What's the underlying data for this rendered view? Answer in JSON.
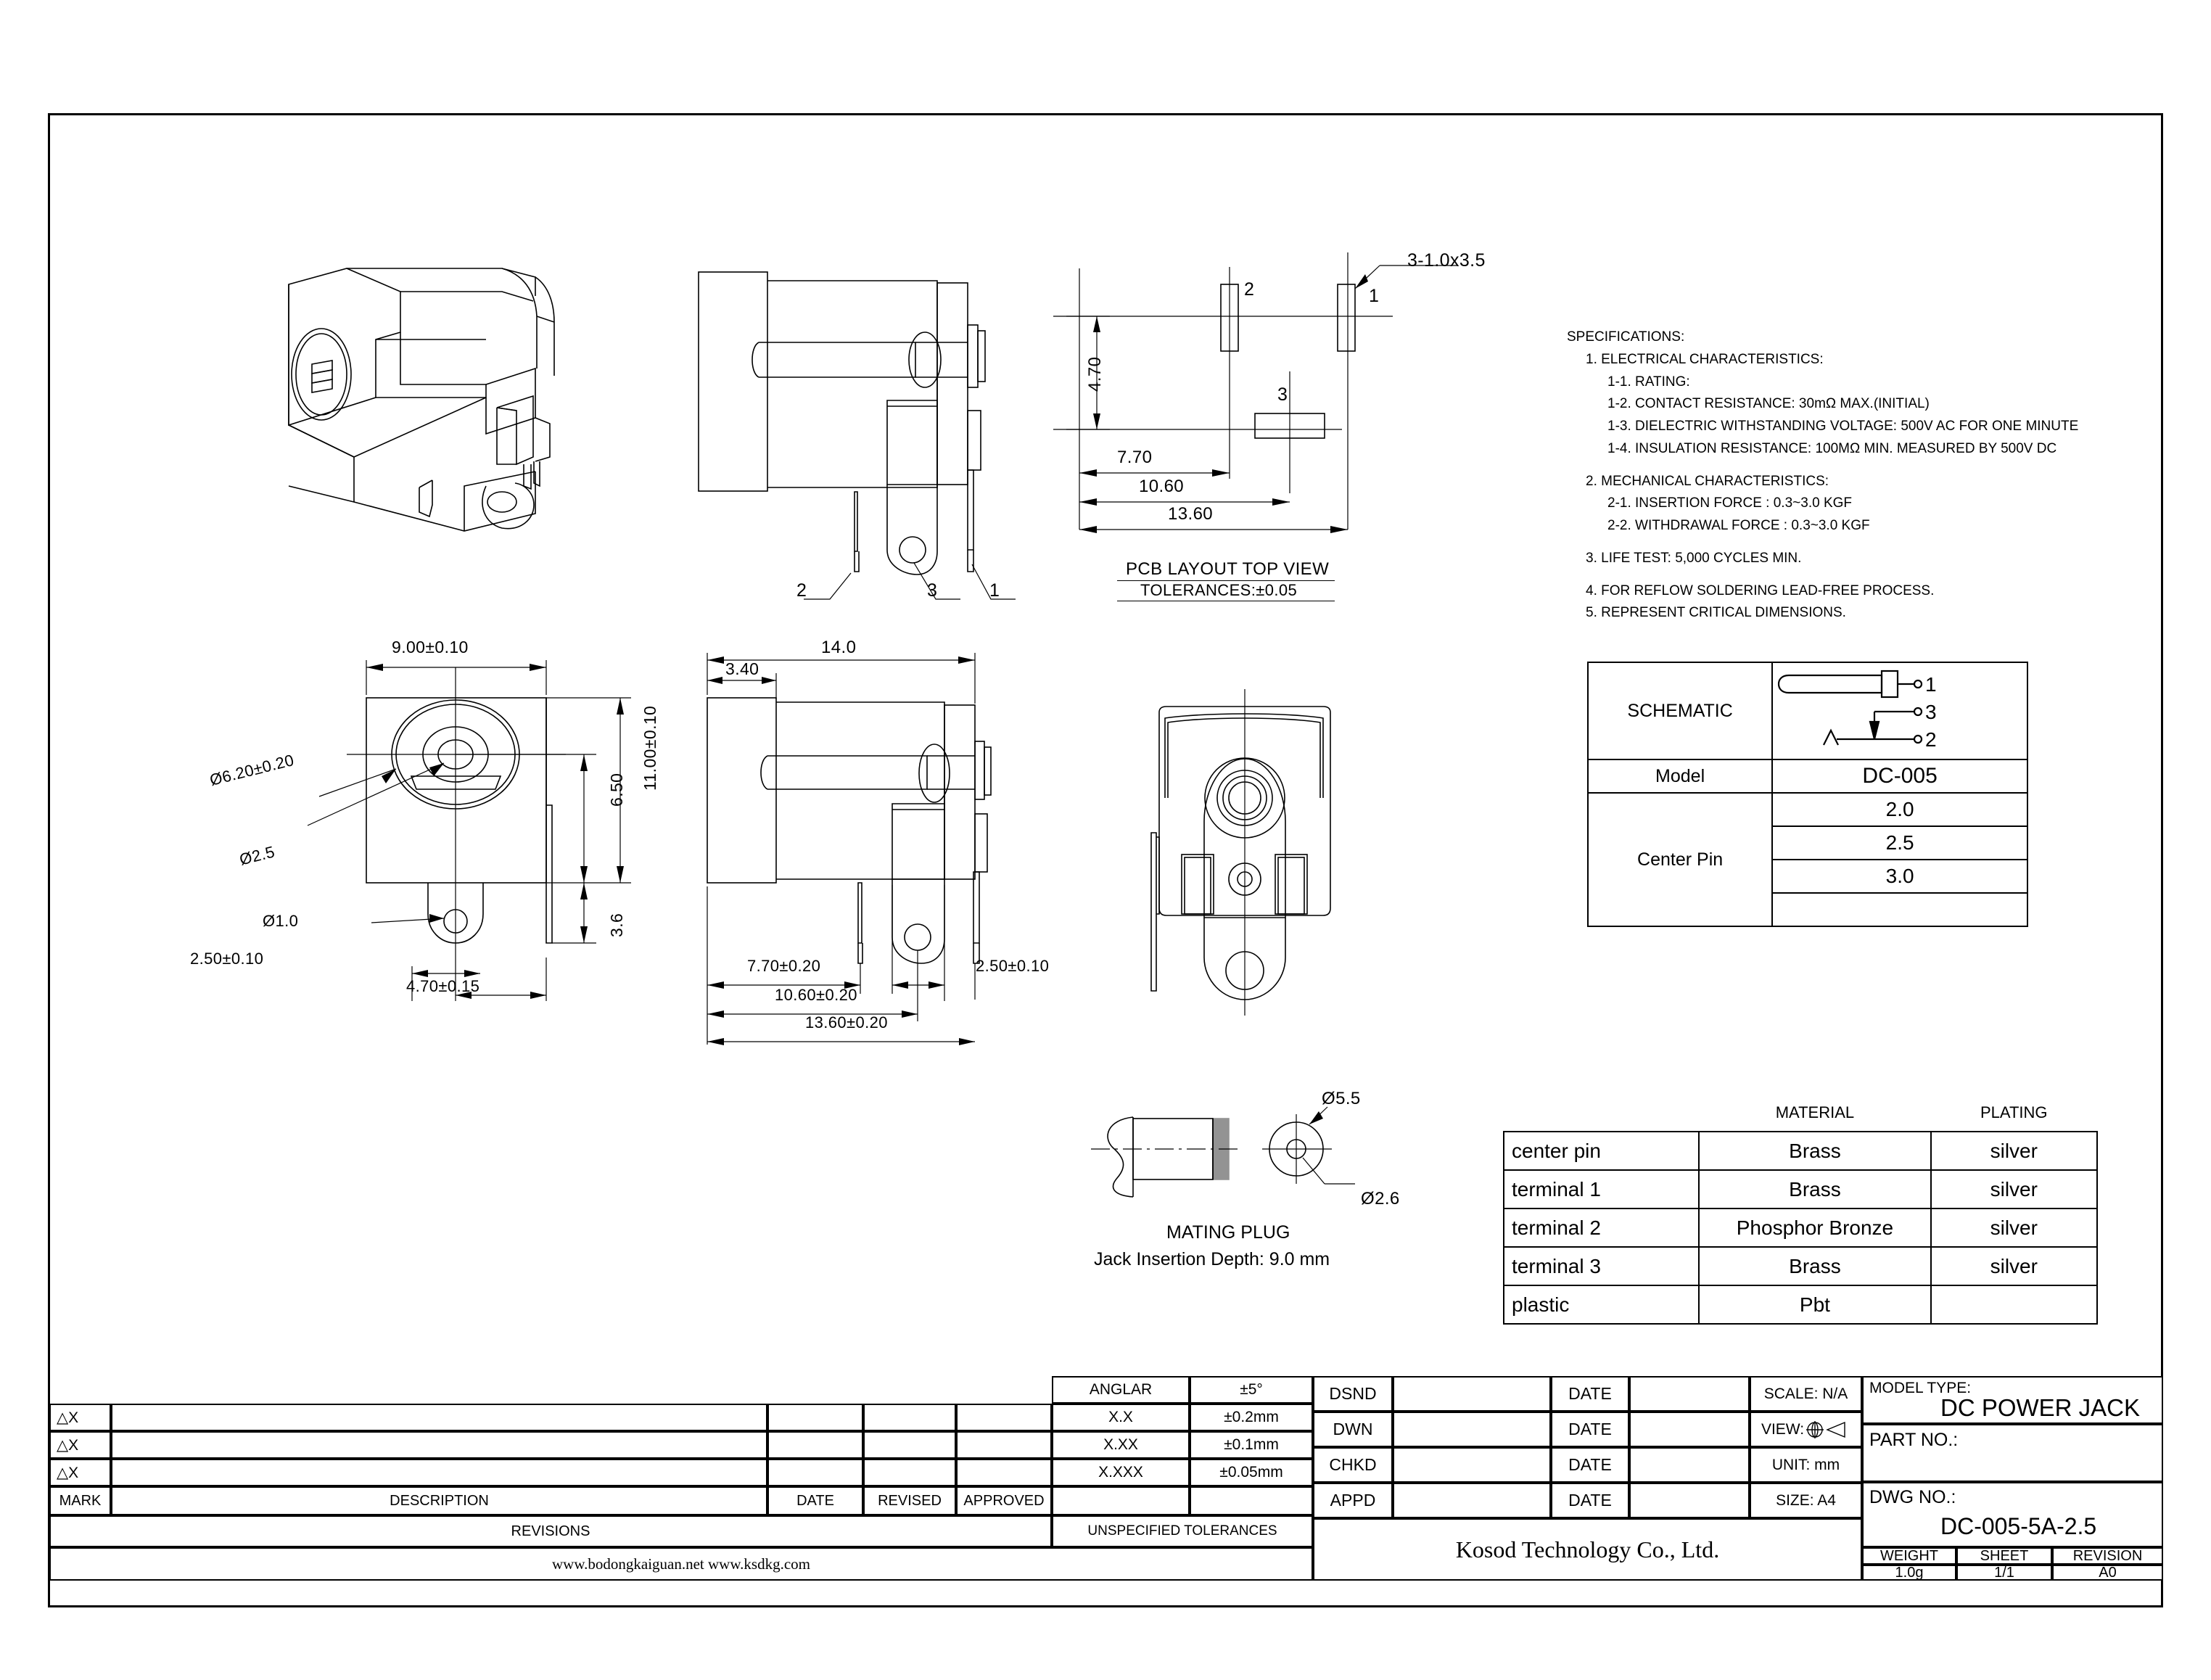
{
  "document": {
    "type": "engineering-drawing",
    "title": "DC POWER JACK",
    "dwg_no": "DC-005-5A-2.5",
    "model": "DC-005"
  },
  "specifications": {
    "heading": "SPECIFICATIONS:",
    "lines": [
      {
        "indent": 1,
        "text": "1. ELECTRICAL CHARACTERISTICS:"
      },
      {
        "indent": 2,
        "text": "1-1. RATING:"
      },
      {
        "indent": 2,
        "text": "1-2. CONTACT RESISTANCE: 30mΩ MAX.(INITIAL)"
      },
      {
        "indent": 2,
        "text": "1-3. DIELECTRIC WITHSTANDING VOLTAGE: 500V AC FOR ONE MINUTE"
      },
      {
        "indent": 2,
        "text": "1-4. INSULATION RESISTANCE: 100MΩ MIN. MEASURED BY 500V DC"
      },
      {
        "indent": 1,
        "text": "2. MECHANICAL CHARACTERISTICS:"
      },
      {
        "indent": 2,
        "text": "2-1. INSERTION FORCE : 0.3~3.0 KGF"
      },
      {
        "indent": 2,
        "text": "2-2. WITHDRAWAL FORCE : 0.3~3.0 KGF"
      },
      {
        "indent": 1,
        "text": "3. LIFE TEST: 5,000 CYCLES MIN."
      },
      {
        "indent": 1,
        "text": "4. FOR REFLOW SOLDERING LEAD-FREE PROCESS."
      },
      {
        "indent": 1,
        "text": "5. REPRESENT CRITICAL DIMENSIONS."
      }
    ]
  },
  "pcb_layout": {
    "title": "PCB LAYOUT TOP VIEW",
    "tolerances": "TOLERANCES:±0.05",
    "callout": "3-1.0x3.5",
    "pad_labels": {
      "pad2": "2",
      "pad1": "1",
      "pad3": "3"
    },
    "dims": {
      "vertical": "4.70",
      "d1": "7.70",
      "d2": "10.60",
      "d3": "13.60"
    }
  },
  "front_view": {
    "dims": {
      "width": "9.00±0.10",
      "height": "11.00±0.10",
      "bore_outer": "Ø6.20±0.20",
      "bore_inner": "Ø2.5",
      "hole": "Ø1.0",
      "mid": "6.50",
      "lower": "3.6",
      "pin_off": "2.50±0.10",
      "pin_pitch": "4.70±0.15"
    }
  },
  "side_view": {
    "dims": {
      "overall": "14.0",
      "flange": "3.40",
      "d1": "7.70±0.20",
      "d2": "10.60±0.20",
      "d3": "13.60±0.20",
      "right": "2.50±0.10"
    }
  },
  "top_side_view": {
    "terminal_labels": {
      "t2": "2",
      "t3": "3",
      "t1": "1"
    }
  },
  "mating_plug": {
    "title": "MATING PLUG",
    "insertion_depth": "Jack Insertion Depth: 9.0 mm",
    "outer_dia": "Ø5.5",
    "inner_dia": "Ø2.6"
  },
  "schematic_table": {
    "schematic_label": "SCHEMATIC",
    "pin_labels": {
      "p1": "1",
      "p3": "3",
      "p2": "2"
    },
    "model_label": "Model",
    "model_value": "DC-005",
    "center_pin_label": "Center Pin",
    "center_pin_values": [
      "2.0",
      "2.5",
      "3.0",
      ""
    ]
  },
  "material_table": {
    "headers": {
      "blank": "",
      "material": "MATERIAL",
      "plating": "PLATING"
    },
    "rows": [
      {
        "part": "center pin",
        "material": "Brass",
        "plating": "silver"
      },
      {
        "part": "terminal 1",
        "material": "Brass",
        "plating": "silver"
      },
      {
        "part": "terminal 2",
        "material": "Phosphor Bronze",
        "plating": "silver"
      },
      {
        "part": "terminal 3",
        "material": "Brass",
        "plating": "silver"
      },
      {
        "part": "plastic",
        "material": "Pbt",
        "plating": ""
      }
    ]
  },
  "revisions_block": {
    "mark_col": "MARK",
    "description_col": "DESCRIPTION",
    "date_col": "DATE",
    "revised_col": "REVISED",
    "approved_col": "APPROVED",
    "revisions_label": "REVISIONS",
    "rows": [
      {
        "mark": "△X",
        "description": "",
        "date": "",
        "revised": "",
        "approved": ""
      },
      {
        "mark": "△X",
        "description": "",
        "date": "",
        "revised": "",
        "approved": ""
      },
      {
        "mark": "△X",
        "description": "",
        "date": "",
        "revised": "",
        "approved": ""
      }
    ],
    "websites": "www.bodongkaiguan.net          www.ksdkg.com"
  },
  "tolerance_block": {
    "heading": "UNSPECIFIED TOLERANCES",
    "rows": [
      {
        "label": "ANGLAR",
        "value": "±5°"
      },
      {
        "label": "X.X",
        "value": "±0.2mm"
      },
      {
        "label": "X.XX",
        "value": "±0.1mm"
      },
      {
        "label": "X.XXX",
        "value": "±0.05mm"
      }
    ]
  },
  "title_block": {
    "rows": [
      {
        "role": "DSND",
        "name": "",
        "date_label": "DATE",
        "date_value": "",
        "info": "SCALE: N/A"
      },
      {
        "role": "DWN",
        "name": "",
        "date_label": "DATE",
        "date_value": "",
        "info": "VIEW:"
      },
      {
        "role": "CHKD",
        "name": "",
        "date_label": "DATE",
        "date_value": "",
        "info": "UNIT: mm"
      },
      {
        "role": "APPD",
        "name": "",
        "date_label": "DATE",
        "date_value": "",
        "info": "SIZE: A4"
      }
    ],
    "company": "Kosod Technology Co., Ltd.",
    "model_type_label": "MODEL TYPE:",
    "model_type_value": "DC POWER JACK",
    "part_no_label": "PART NO.:",
    "part_no_value": "",
    "dwg_no_label": "DWG NO.:",
    "dwg_no_value": "DC-005-5A-2.5",
    "weight_label": "WEIGHT",
    "weight_value": "1.0g",
    "sheet_label": "SHEET",
    "sheet_value": "1/1",
    "revision_label": "REVISION",
    "revision_value": "A0"
  },
  "colors": {
    "ink": "#000000",
    "paper": "#ffffff"
  }
}
